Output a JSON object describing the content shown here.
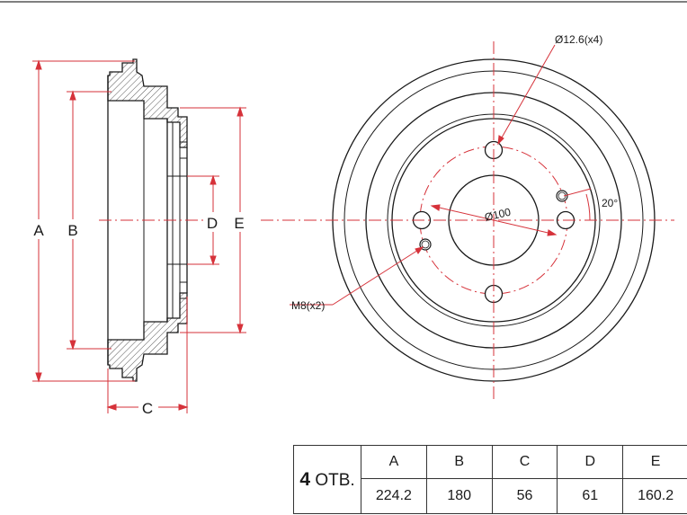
{
  "dimension_labels": {
    "a": "A",
    "b": "B",
    "c": "C",
    "d": "D",
    "e": "E"
  },
  "front_labels": {
    "bolt_holes": "Ø12.6(x4)",
    "pcd": "Ø100",
    "angle": "20°",
    "thread": "M8(x2)"
  },
  "spec_table": {
    "holes_count": "4",
    "holes_unit": "ОТВ.",
    "headers": [
      "A",
      "B",
      "C",
      "D",
      "E"
    ],
    "values": [
      "224.2",
      "180",
      "56",
      "61",
      "160.2"
    ]
  },
  "colors": {
    "line": "#1a1a1a",
    "dimension": "#d6323a",
    "hatch": "#555555"
  }
}
